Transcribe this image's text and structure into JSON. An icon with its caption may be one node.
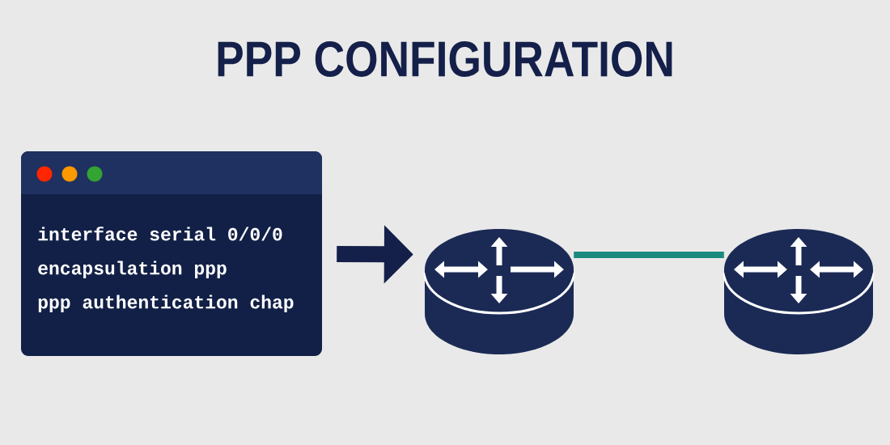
{
  "diagram": {
    "title": "PPP CONFIGURATION",
    "nodes": [
      {
        "text": [
          "interface serial 0/0/0",
          "encapsulation ppp",
          "ppp authentication chap"
        ]
      },
      {
        "text": [],
        "shape": "cylinder"
      },
      {
        "text": [],
        "shape": "cylinder"
      }
    ],
    "edges": [
      {
        "from": 0,
        "to": 1,
        "arrow": "to",
        "style": "thick"
      },
      {
        "from": 1,
        "to": 2,
        "arrow": "none",
        "color": "#1a8a7e"
      }
    ]
  }
}
